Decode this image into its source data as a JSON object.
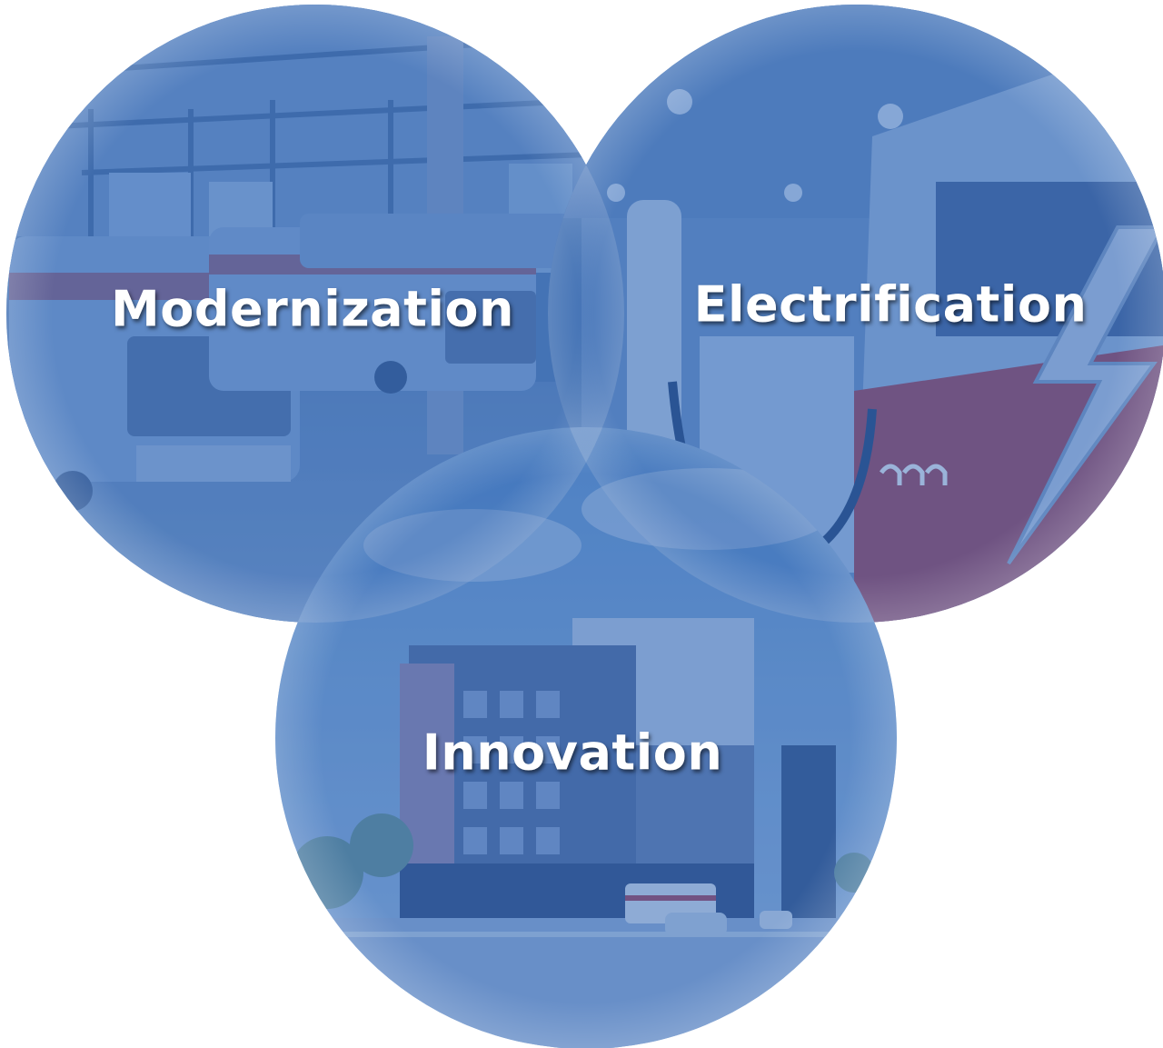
{
  "diagram": {
    "type": "venn",
    "circles": [
      {
        "id": "modernization",
        "label": "Modernization",
        "photo": "bus-maintenance-garage"
      },
      {
        "id": "electrification",
        "label": "Electrification",
        "photo": "battery-electric-bus-charging"
      },
      {
        "id": "innovation",
        "label": "Innovation",
        "photo": "mixed-use-development-street"
      }
    ],
    "colors": {
      "circle_fill": "#3a6db8",
      "overlap_fill": "#1f64c8",
      "label_text": "#ffffff"
    }
  }
}
